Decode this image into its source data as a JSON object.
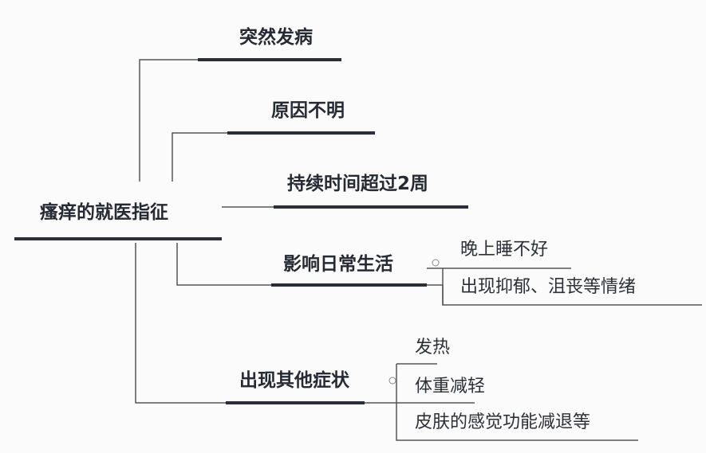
{
  "root": {
    "label": "瘙痒的就医指征"
  },
  "branches": [
    {
      "label": "突然发病"
    },
    {
      "label": "原因不明"
    },
    {
      "label": "持续时间超过2周"
    },
    {
      "label": "影响日常生活",
      "children": [
        {
          "label": "晚上睡不好"
        },
        {
          "label": "出现抑郁、沮丧等情绪"
        }
      ]
    },
    {
      "label": "出现其他症状",
      "children": [
        {
          "label": "发热"
        },
        {
          "label": "体重减轻"
        },
        {
          "label": "皮肤的感觉功能减退等"
        }
      ]
    }
  ],
  "colors": {
    "thick_line": "#2a2e38",
    "thin_line": "#555555",
    "text": "#262a33"
  }
}
